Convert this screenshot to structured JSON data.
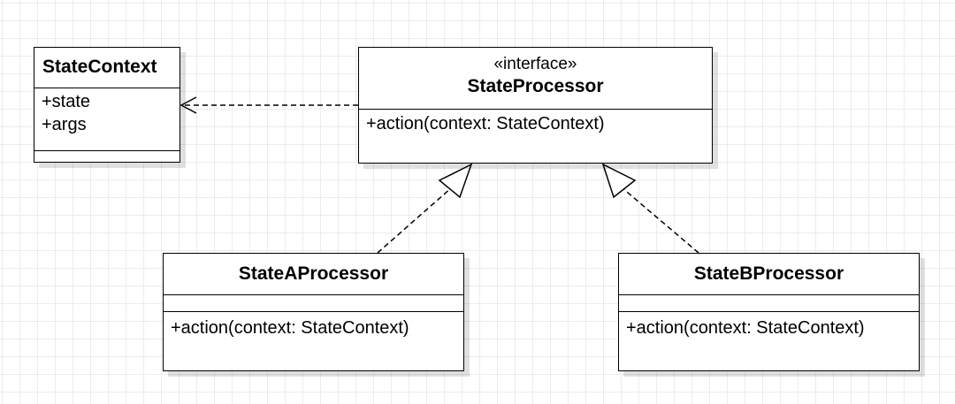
{
  "diagram": {
    "state_context": {
      "name": "StateContext",
      "attributes": [
        "+state",
        "+args"
      ]
    },
    "state_processor": {
      "stereotype": "«interface»",
      "name": "StateProcessor",
      "operations": [
        "+action(context: StateContext)"
      ]
    },
    "state_a_processor": {
      "name": "StateAProcessor",
      "operations": [
        "+action(context: StateContext)"
      ]
    },
    "state_b_processor": {
      "name": "StateBProcessor",
      "operations": [
        "+action(context: StateContext)"
      ]
    },
    "relationships": [
      {
        "type": "dependency",
        "from": "StateProcessor",
        "to": "StateContext"
      },
      {
        "type": "realization",
        "from": "StateAProcessor",
        "to": "StateProcessor"
      },
      {
        "type": "realization",
        "from": "StateBProcessor",
        "to": "StateProcessor"
      }
    ],
    "colors": {
      "line": "#000000",
      "grid": "#ececec",
      "background": "#ffffff"
    }
  }
}
